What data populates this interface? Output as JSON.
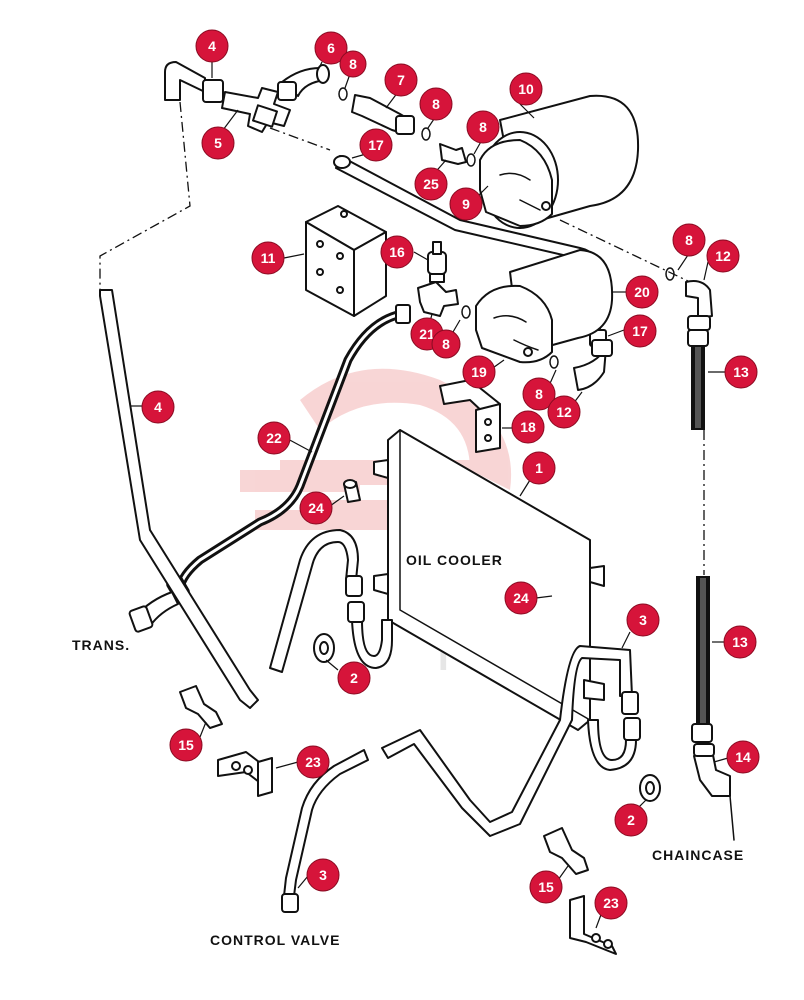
{
  "labels": {
    "oil_cooler": "OIL COOLER",
    "trans": "TRANS.",
    "chaincase": "CHAINCASE",
    "control_valve": "CONTROL VALVE"
  },
  "watermark": {
    "text": "TEX",
    "color": "#f5c9c9"
  },
  "callout_color": "#d6143a",
  "callouts": [
    "4",
    "6",
    "8",
    "5",
    "7",
    "8",
    "10",
    "8",
    "17",
    "25",
    "9",
    "8",
    "12",
    "11",
    "16",
    "20",
    "21",
    "8",
    "17",
    "19",
    "13",
    "8",
    "12",
    "4",
    "18",
    "22",
    "1",
    "24",
    "24",
    "3",
    "13",
    "2",
    "14",
    "15",
    "23",
    "2",
    "3",
    "15",
    "23"
  ]
}
